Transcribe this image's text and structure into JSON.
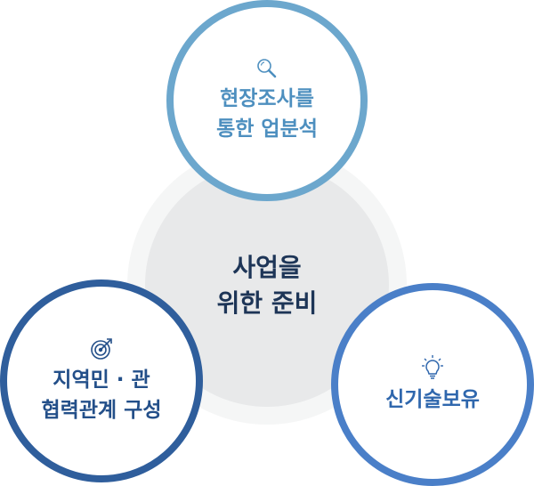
{
  "center": {
    "line1": "사업을",
    "line2": "위한 준비"
  },
  "nodes": {
    "top": {
      "icon": "magnifier-icon",
      "line1": "현장조사를",
      "line2": "통한 업분석",
      "color": "#6ca7cd"
    },
    "left": {
      "icon": "target-icon",
      "line1": "지역민 · 관",
      "line2": "협력관계 구성",
      "color": "#2f5e9c"
    },
    "right": {
      "icon": "lightbulb-icon",
      "line1": "신기술보유",
      "color": "#4a7fc8"
    }
  }
}
